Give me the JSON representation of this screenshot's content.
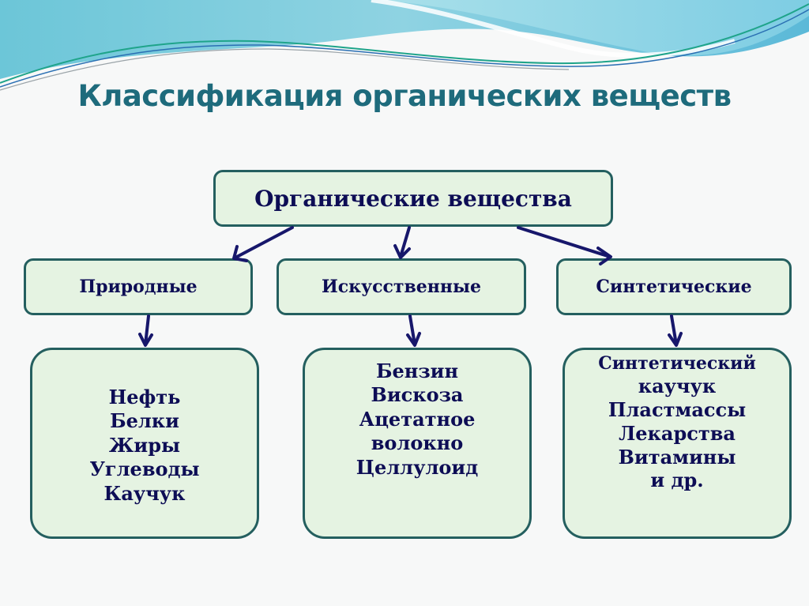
{
  "slide": {
    "title": "Классификация органических веществ"
  },
  "diagram": {
    "root": {
      "label": "Органические вещества"
    },
    "categories": [
      {
        "label": "Природные",
        "examples": [
          "Нефть",
          "Белки",
          "Жиры",
          "Углеводы",
          "Каучук"
        ]
      },
      {
        "label": "Искусственные",
        "examples": [
          "Бензин",
          "Вискоза",
          "Ацетатное",
          "волокно",
          "Целлулоид"
        ]
      },
      {
        "label": "Синтетические",
        "examples": [
          "Синтетический",
          "каучук",
          "Пластмассы",
          "Лекарства",
          "Витамины",
          "и др."
        ]
      }
    ]
  },
  "colors": {
    "title": "#1e6b7c",
    "node_fill": "#e5f3e2",
    "node_border": "#245f5f",
    "node_text": "#0d0d55",
    "arrow": "#17176b"
  }
}
